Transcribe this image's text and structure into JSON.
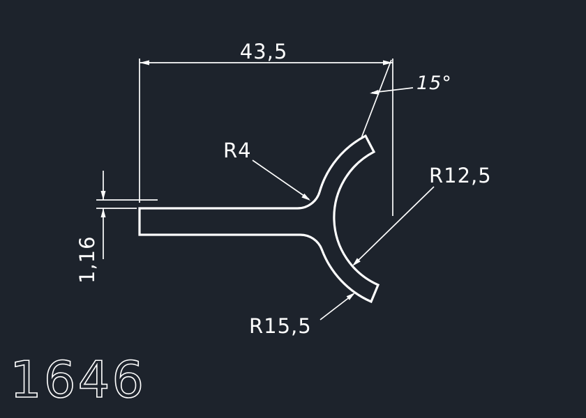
{
  "app": {
    "type": "cad-technical-drawing",
    "background_color": "#1d232c",
    "line_color": "#ffffff",
    "text_color": "#ffffff"
  },
  "part": {
    "number": "1646"
  },
  "annotations": {
    "width_dim": "43,5",
    "angle_dim": "15°",
    "radius_fillet": "R4",
    "radius_inner": "R12,5",
    "radius_outer": "R15,5",
    "thickness_dim": "1,16"
  }
}
